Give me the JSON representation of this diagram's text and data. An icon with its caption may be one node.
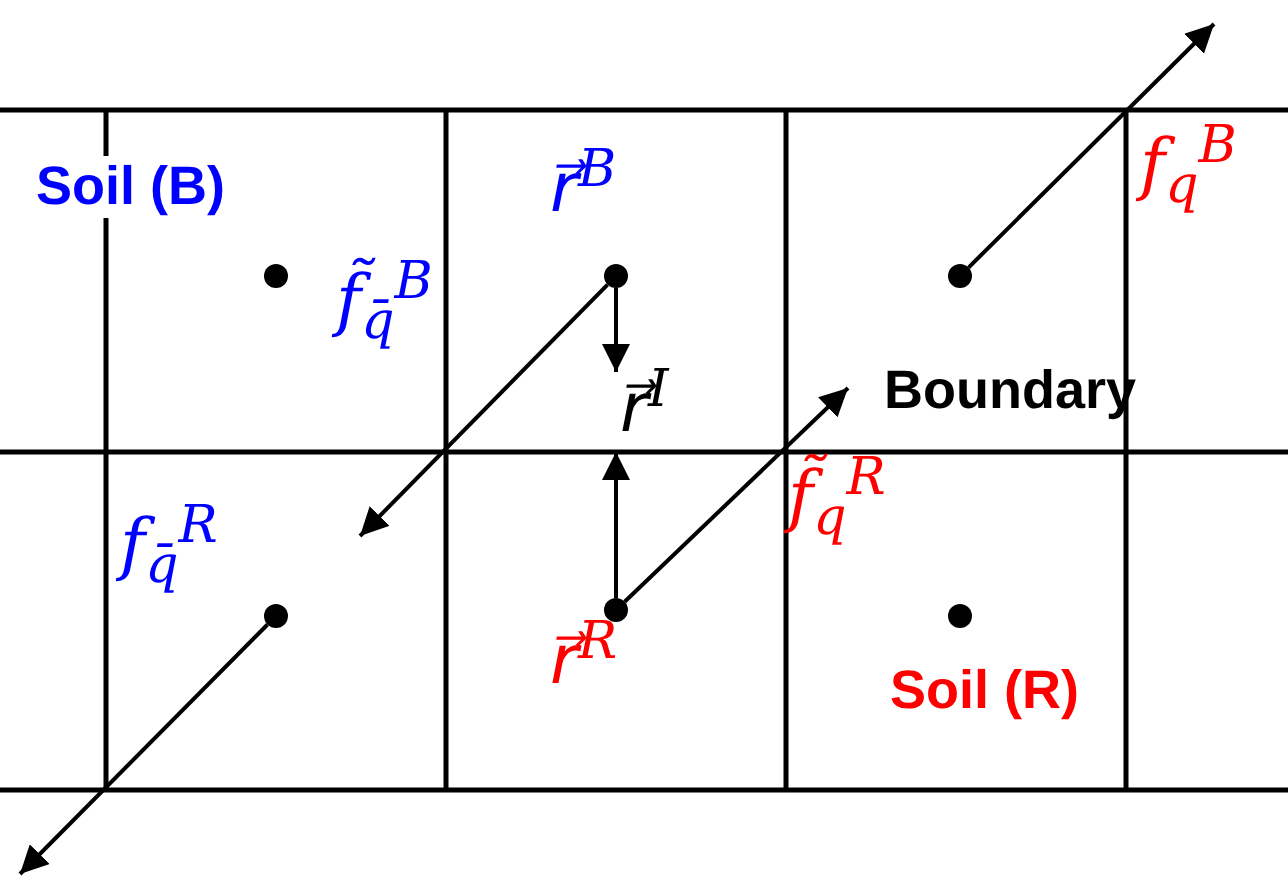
{
  "diagram": {
    "nodes": [
      {
        "text": [],
        "shape": "circle"
      },
      {
        "text": [],
        "shape": "circle",
        "beside": [
          "r⃗$^{B}$"
        ]
      },
      {
        "text": [],
        "shape": "circle"
      },
      {
        "text": [],
        "shape": "circle"
      },
      {
        "text": [],
        "shape": "circle",
        "beside": [
          "r⃗$^{R}$"
        ]
      },
      {
        "text": [],
        "shape": "circle"
      },
      {
        "text": [
          "r⃗$^{I}$"
        ]
      }
    ],
    "edges": [
      {
        "from": 1,
        "to": null,
        "arrow": "to",
        "label": "f̃$_{q̄}$$^{B}$"
      },
      {
        "from": 4,
        "to": null,
        "arrow": "to",
        "label": "f̃$_{q}$$^{R}$"
      },
      {
        "from": 2,
        "to": null,
        "arrow": "to",
        "label": "f$_{q}$$^{B}$"
      },
      {
        "from": 3,
        "to": null,
        "arrow": "to",
        "label": "f$_{q̄}$$^{R}$"
      },
      {
        "from": 1,
        "to": 6,
        "arrow": "to"
      },
      {
        "from": 4,
        "to": 6,
        "arrow": "to"
      }
    ],
    "labels": [
      "Soil (B)",
      "Boundary",
      "Soil (R)"
    ]
  }
}
